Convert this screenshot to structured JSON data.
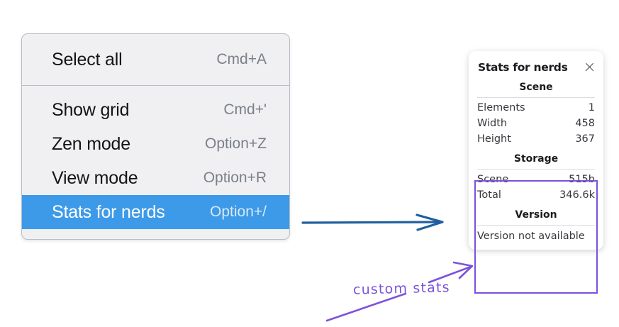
{
  "context_menu": {
    "groups": [
      {
        "items": [
          {
            "label": "Select all",
            "shortcut": "Cmd+A",
            "selected": false
          }
        ]
      },
      {
        "items": [
          {
            "label": "Show grid",
            "shortcut": "Cmd+'",
            "selected": false
          },
          {
            "label": "Zen mode",
            "shortcut": "Option+Z",
            "selected": false
          },
          {
            "label": "View mode",
            "shortcut": "Option+R",
            "selected": false
          },
          {
            "label": "Stats for nerds",
            "shortcut": "Option+/",
            "selected": true
          }
        ]
      }
    ],
    "selected_bg": "#3D9AE8"
  },
  "stats_panel": {
    "title": "Stats for nerds",
    "close_icon": "close-icon",
    "sections": [
      {
        "heading": "Scene",
        "rows": [
          {
            "label": "Elements",
            "value": "1"
          },
          {
            "label": "Width",
            "value": "458"
          },
          {
            "label": "Height",
            "value": "367"
          }
        ]
      },
      {
        "heading": "Storage",
        "rows": [
          {
            "label": "Scene",
            "value": "515b"
          },
          {
            "label": "Total",
            "value": "346.6k"
          }
        ]
      },
      {
        "heading": "Version",
        "text": "Version not available"
      }
    ],
    "highlight_color": "#7B52DB"
  },
  "annotations": {
    "arrow_blue_color": "#1F5FA0",
    "arrow_purple_color": "#7B52DB",
    "handwritten_note": "custom stats"
  }
}
